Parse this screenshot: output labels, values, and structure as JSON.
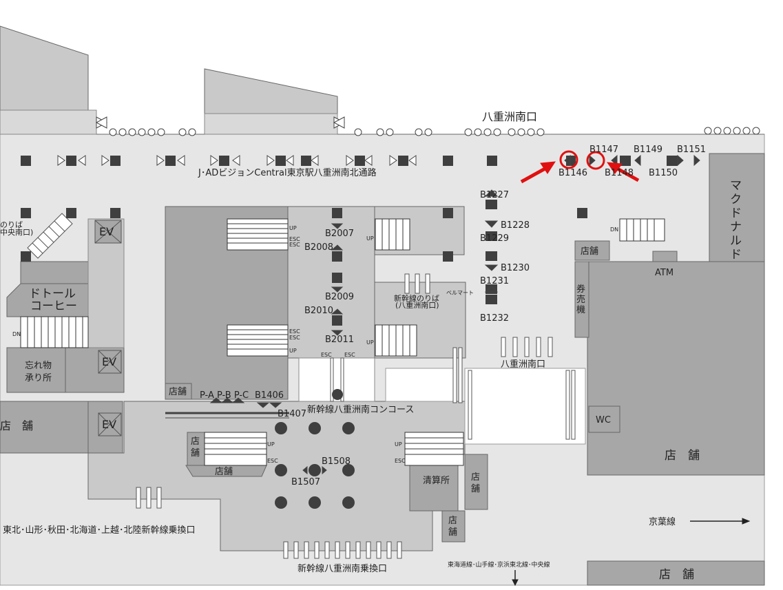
{
  "colors": {
    "floor_light": "#e6e6e6",
    "floor_mid": "#c9c9c9",
    "block_dark": "#a7a7a7",
    "block_darker": "#9a9a9a",
    "pillar": "#3f3f3f",
    "outline": "#555555",
    "highlight": "#e01010"
  },
  "labels": {
    "yaesu_south_exit_top": "八重洲南口",
    "yaesu_south_exit_mid": "八重洲南口",
    "jad_passage": "J･ADビジョンCentral東京駅八重洲南北通路",
    "mcdonalds": "マクドナルド",
    "doutor": "ドトール\nコーヒー",
    "lost_found": "忘れ物\n承り所",
    "ev": "EV",
    "shop": "店舗",
    "shop_spaced": "店　舗",
    "shop_vertical": "店\n舗",
    "atm": "ATM",
    "ticket_machine": "券\n売\n機",
    "wc": "WC",
    "shinkansen_platform": "新幹線のりば\n(八重洲南口)",
    "bellmart": "ベルマート",
    "shinkansen_concourse": "新幹線八重洲南コンコース",
    "shinkansen_transfer": "新幹線八重洲南乗換口",
    "tohoku_transfer": "東北･山形･秋田･北海道･上越･北陸新幹線乗換口",
    "keiyo_line": "京葉線",
    "tokaido_lines": "東海道線･山手線･京浜東北線･中央線",
    "settlement": "清算所",
    "platform_left": "のりば\n中央南口)",
    "up": "UP",
    "dn": "DN",
    "esc": "ESC",
    "p_labels": "P-A P-B P-C"
  },
  "locker_codes": {
    "B1146": "B1146",
    "B1147": "B1147",
    "B1148": "B1148",
    "B1149": "B1149",
    "B1150": "B1150",
    "B1151": "B1151",
    "B1227": "B1227",
    "B1228": "B1228",
    "B1229": "B1229",
    "B1230": "B1230",
    "B1231": "B1231",
    "B1232": "B1232",
    "B2007": "B2007",
    "B2008": "B2008",
    "B2009": "B2009",
    "B2010": "B2010",
    "B2011": "B2011",
    "B1406": "B1406",
    "B1407": "B1407",
    "B1507": "B1507",
    "B1508": "B1508"
  },
  "highlight": {
    "description_targets": [
      "B1146",
      "B1148"
    ]
  }
}
